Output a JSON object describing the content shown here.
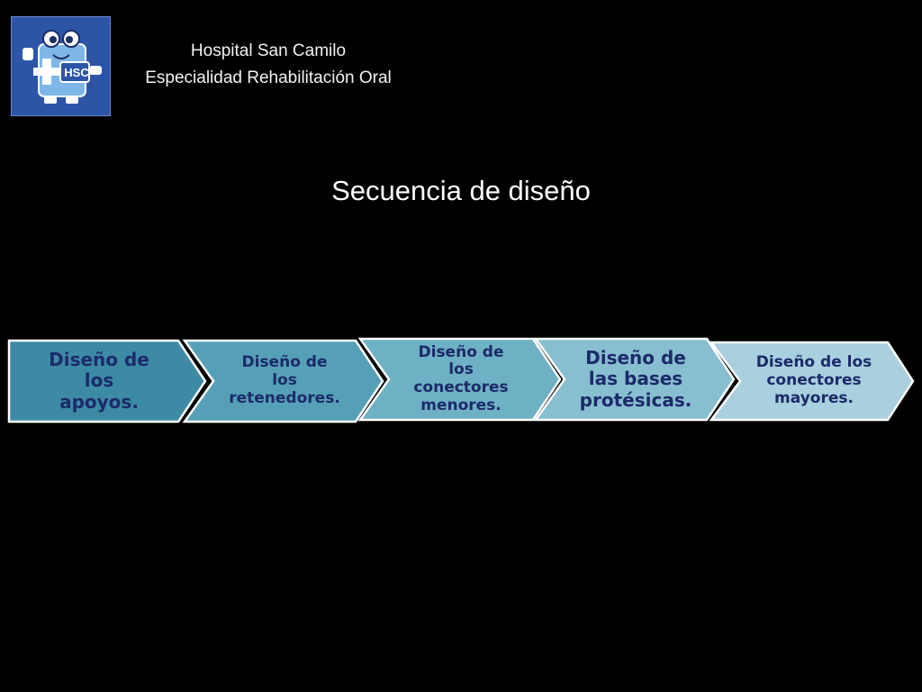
{
  "header": {
    "hospital_name": "Hospital San Camilo",
    "specialty": "Especialidad Rehabilitación Oral"
  },
  "logo": {
    "icon": "hsc-mascot-logo-icon",
    "text": "HSC"
  },
  "slide": {
    "title": "Secuencia de diseño"
  },
  "process": {
    "steps": [
      {
        "label": "Diseño de los apoyos.",
        "fill": "#3d8aa5"
      },
      {
        "label": "Diseño de los retenedores.",
        "fill": "#55a0b7"
      },
      {
        "label": "Diseño de los conectores menores.",
        "fill": "#6eb0c4"
      },
      {
        "label": "Diseño de las bases protésicas.",
        "fill": "#88bfd0"
      },
      {
        "label": "Diseño de los conectores mayores.",
        "fill": "#a8d0de"
      }
    ]
  }
}
